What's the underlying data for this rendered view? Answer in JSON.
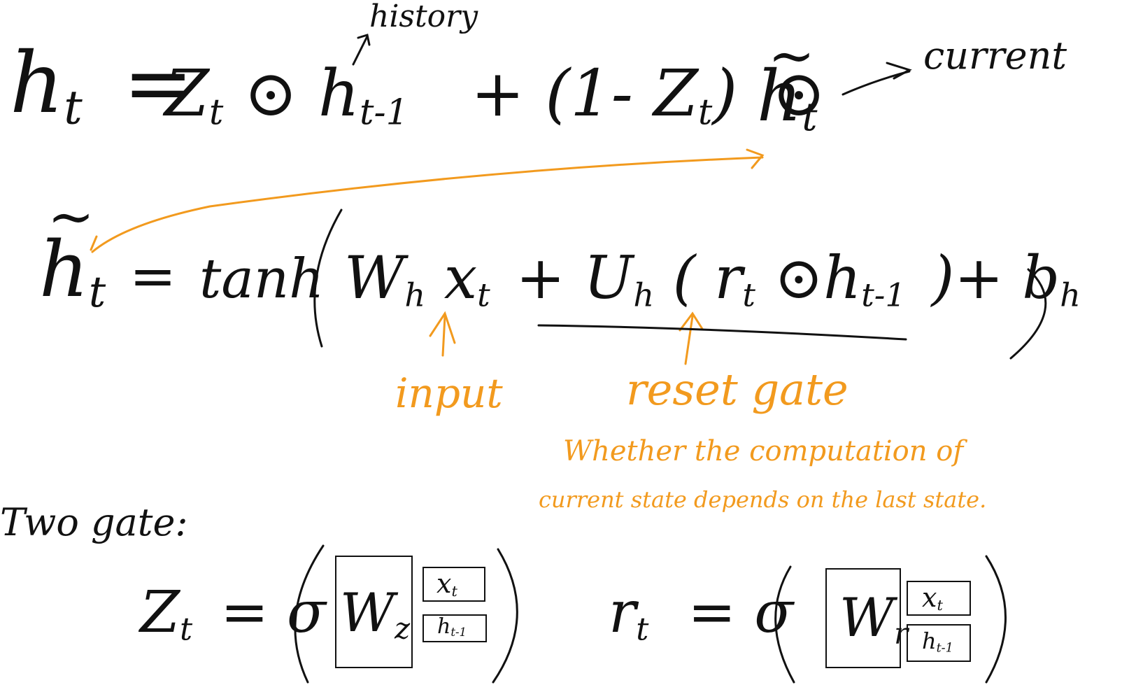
{
  "annotations": {
    "history": "history",
    "current": "current",
    "input": "input",
    "reset_gate": "reset gate",
    "reset_desc_line1": "Whether the computation of",
    "reset_desc_line2": "current state depends on the last state."
  },
  "equations": {
    "eq1": {
      "lhs": "h",
      "lhs_sub": "t",
      "eq": "=",
      "z": "Z",
      "z_sub": "t",
      "odot1": "⊙",
      "h_prev": "h",
      "h_prev_sub": "t-1",
      "plus": "+",
      "one_minus": "(1- Z",
      "one_minus_sub": "t",
      "close": ")",
      "odot2": "⊙",
      "tilde": "~",
      "h_tilde": "h",
      "h_tilde_sub": "t"
    },
    "eq2": {
      "tilde": "~",
      "lhs": "h",
      "lhs_sub": "t",
      "eq": "=",
      "tanh": "tanh",
      "W": "W",
      "W_sub": "h",
      "x": "x",
      "x_sub": "t",
      "plus1": "+",
      "U": "U",
      "U_sub": "h",
      "open": "(",
      "r": "r",
      "r_sub": "t",
      "odot": "⊙",
      "h": "h",
      "h_sub": "t-1",
      "close": ")",
      "plus2": "+",
      "b": "b",
      "b_sub": "h"
    },
    "two_gate": "Two gate:",
    "z_gate": {
      "lhs": "Z",
      "lhs_sub": "t",
      "eq": "=",
      "sigma": "σ",
      "W": "W",
      "W_sub": "z",
      "x": "x",
      "x_sub": "t",
      "h": "h",
      "h_sub": "t-1"
    },
    "r_gate": {
      "lhs": "r",
      "lhs_sub": "t",
      "eq": "=",
      "sigma": "σ",
      "W": "W",
      "W_sub": "r",
      "x": "x",
      "x_sub": "t",
      "h": "h",
      "h_sub": "t-1"
    }
  },
  "colors": {
    "ink": "#111111",
    "annotation": "#f29a1e"
  }
}
